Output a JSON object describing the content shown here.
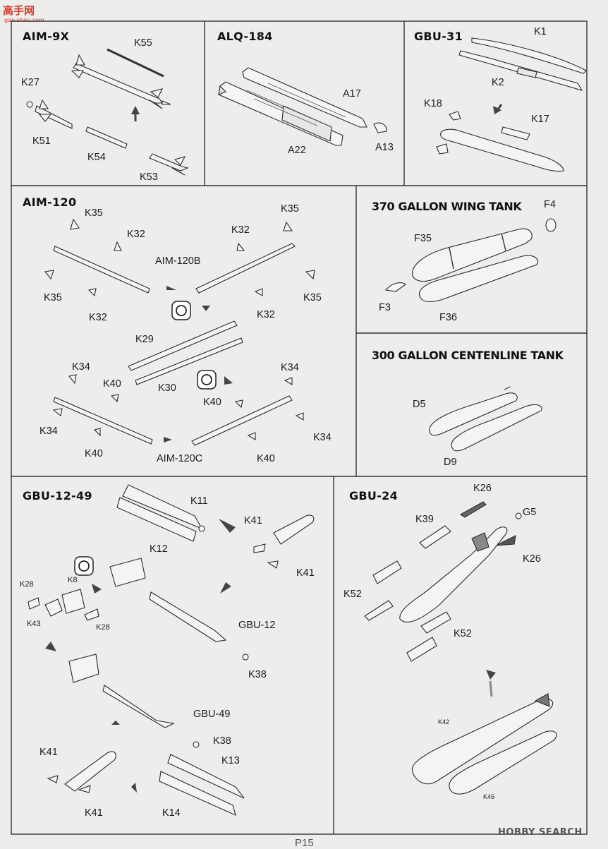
{
  "watermark": {
    "logo": "高手网",
    "url": "gao-shou.com"
  },
  "panels": {
    "aim9x": {
      "title": "AIM-9X",
      "labels": [
        "K55",
        "K27",
        "K51",
        "K54",
        "K53"
      ]
    },
    "alq184": {
      "title": "ALQ-184",
      "labels": [
        "A17",
        "A22",
        "A13"
      ]
    },
    "gbu31": {
      "title": "GBU-31",
      "labels": [
        "K1",
        "K2",
        "K18",
        "K17"
      ]
    },
    "aim120": {
      "title": "AIM-120",
      "labels_b": [
        "K35",
        "K32",
        "K35",
        "K32",
        "K32",
        "K35",
        "K32",
        "K35"
      ],
      "variant_b": "AIM-120B",
      "labels_mid": [
        "K29",
        "K30"
      ],
      "labels_c": [
        "K34",
        "K40",
        "K34",
        "K40",
        "K34",
        "K40",
        "K34",
        "K40"
      ],
      "variant_c": "AIM-120C"
    },
    "tank370": {
      "title": "370 GALLON WING TANK",
      "labels": [
        "F4",
        "F35",
        "F3",
        "F36"
      ]
    },
    "tank300": {
      "title": "300 GALLON CENTENLINE TANK",
      "labels": [
        "D5",
        "D9"
      ]
    },
    "gbu1249": {
      "title": "GBU-12-49",
      "labels": [
        "K11",
        "K12",
        "K41",
        "K41",
        "K28",
        "K8",
        "K43",
        "K28",
        "GBU-12",
        "K38",
        "GBU-49",
        "K38",
        "K41",
        "K41",
        "K13",
        "K14"
      ]
    },
    "gbu24": {
      "title": "GBU-24",
      "labels": [
        "K26",
        "G5",
        "K39",
        "K26",
        "K52",
        "K52",
        "K42",
        "K46"
      ]
    }
  },
  "footer": {
    "page": "P15",
    "logo": "HOBBY SEARCH"
  },
  "colors": {
    "background": "#ededec",
    "line": "#2a2a2a",
    "watermark": "#d33c2a"
  }
}
